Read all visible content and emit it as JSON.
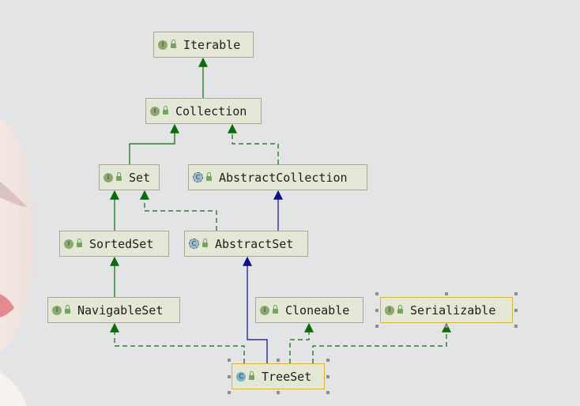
{
  "nodes": [
    {
      "key": "iterable",
      "label": "Iterable",
      "kind": "interface",
      "badge": "I"
    },
    {
      "key": "collection",
      "label": "Collection",
      "kind": "interface",
      "badge": "I"
    },
    {
      "key": "set",
      "label": "Set",
      "kind": "interface",
      "badge": "I"
    },
    {
      "key": "abstractcollection",
      "label": "AbstractCollection",
      "kind": "abstract-class",
      "badge": "C"
    },
    {
      "key": "sortedset",
      "label": "SortedSet",
      "kind": "interface",
      "badge": "I"
    },
    {
      "key": "abstractset",
      "label": "AbstractSet",
      "kind": "abstract-class",
      "badge": "C"
    },
    {
      "key": "navigableset",
      "label": "NavigableSet",
      "kind": "interface",
      "badge": "I"
    },
    {
      "key": "cloneable",
      "label": "Cloneable",
      "kind": "interface",
      "badge": "I"
    },
    {
      "key": "serializable",
      "label": "Serializable",
      "kind": "interface",
      "badge": "I",
      "selected": true
    },
    {
      "key": "treeset",
      "label": "TreeSet",
      "kind": "class",
      "badge": "C",
      "selected": true
    }
  ],
  "edges": [
    {
      "from": "collection",
      "to": "iterable",
      "type": "extends"
    },
    {
      "from": "set",
      "to": "collection",
      "type": "extends"
    },
    {
      "from": "abstractcollection",
      "to": "collection",
      "type": "implements"
    },
    {
      "from": "sortedset",
      "to": "set",
      "type": "extends"
    },
    {
      "from": "abstractset",
      "to": "set",
      "type": "implements"
    },
    {
      "from": "abstractset",
      "to": "abstractcollection",
      "type": "class-extends"
    },
    {
      "from": "navigableset",
      "to": "sortedset",
      "type": "extends"
    },
    {
      "from": "treeset",
      "to": "navigableset",
      "type": "implements"
    },
    {
      "from": "treeset",
      "to": "abstractset",
      "type": "class-extends"
    },
    {
      "from": "treeset",
      "to": "cloneable",
      "type": "implements"
    },
    {
      "from": "treeset",
      "to": "serializable",
      "type": "implements"
    }
  ],
  "colors": {
    "interface_edge": "#0b6b0b",
    "class_edge": "#0c0f87",
    "node_fill": "#e4e6d6",
    "node_border": "#a5a899",
    "selection_border": "#d9b33a",
    "background": "#e3e4e6"
  },
  "icons": {
    "interface_badge": "interface-badge-icon",
    "class_badge": "class-badge-icon",
    "abstract_badge": "abstract-class-badge-icon",
    "visibility": "lock-icon"
  }
}
